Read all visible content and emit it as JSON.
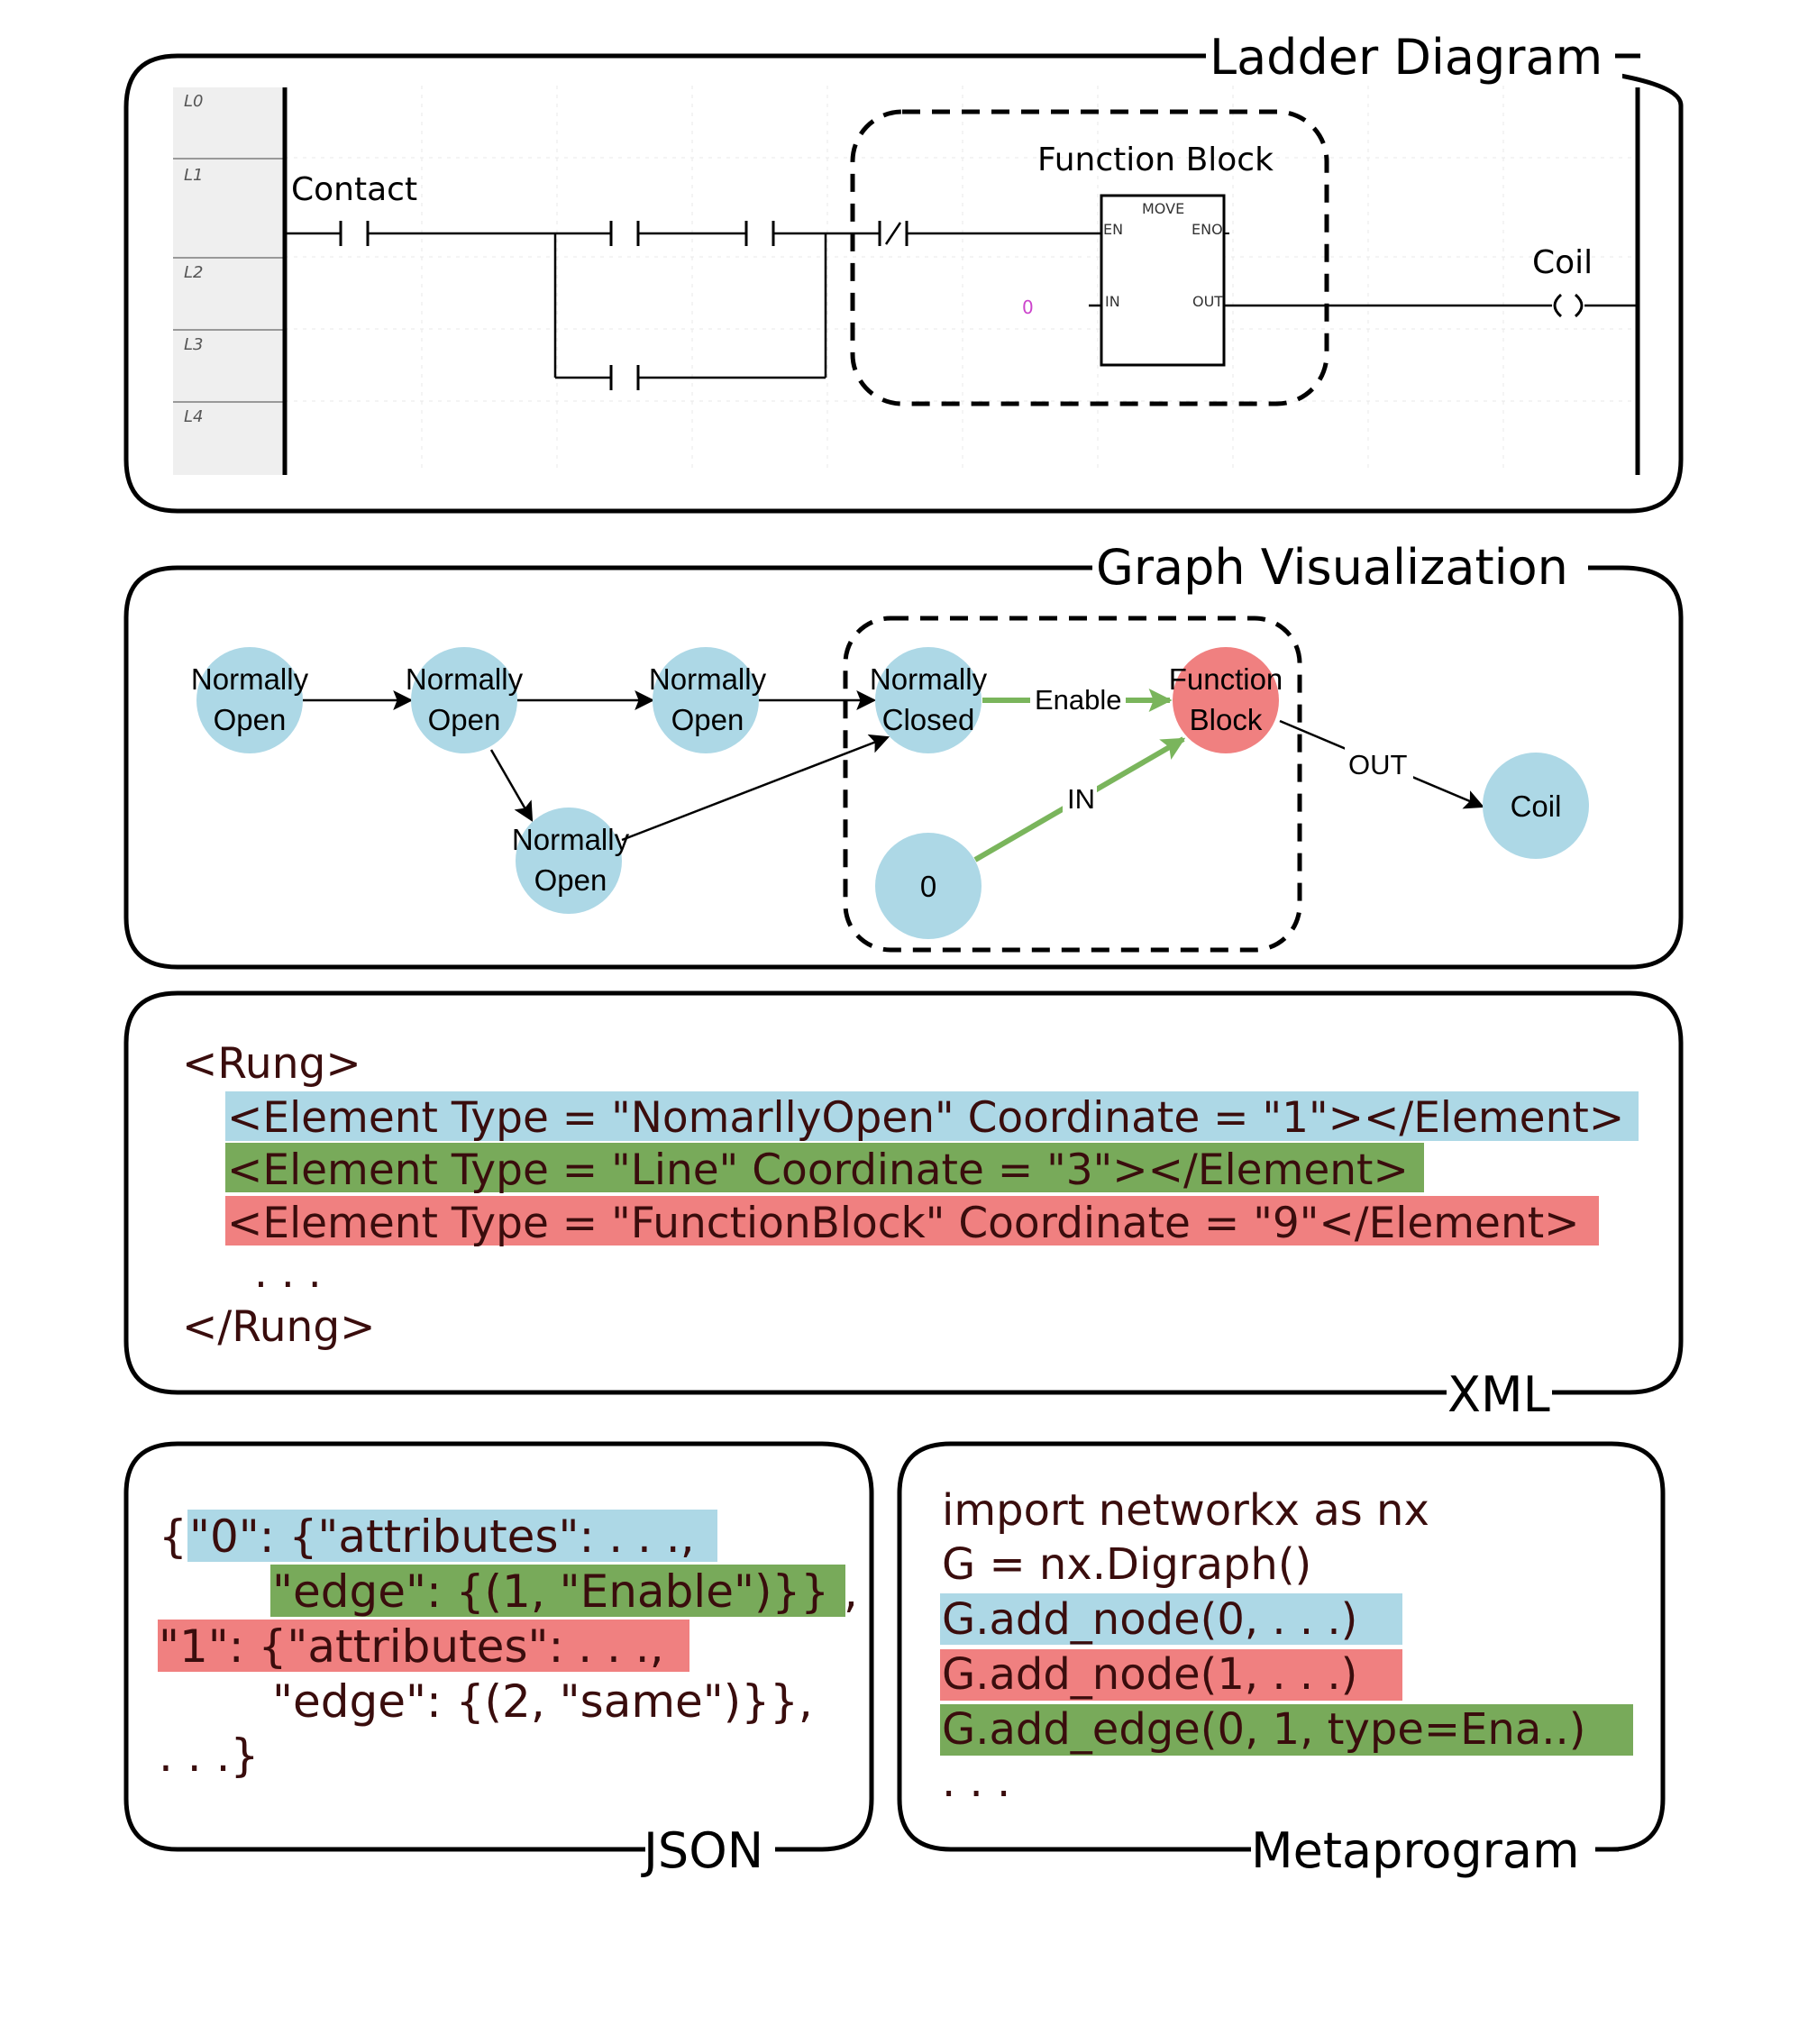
{
  "colors": {
    "blue_highlight": "#add8e6",
    "green_highlight": "#78aa5a",
    "red_highlight": "#f08080",
    "node_blue": "#add8e6",
    "node_red": "#f08080",
    "edge_green": "#7ab55c",
    "code_text": "#3a0d0d",
    "border": "#000000"
  },
  "ladder": {
    "title": "Ladder Diagram",
    "line_labels": [
      "L0",
      "L1",
      "L2",
      "L3",
      "L4"
    ],
    "contact_label": "Contact",
    "function_block_label": "Function Block",
    "fb_name": "MOVE",
    "fb_en": "EN",
    "fb_eno": "ENO",
    "fb_in": "IN",
    "fb_out": "OUT",
    "constant": "0",
    "coil_label": "Coil"
  },
  "graph": {
    "title": "Graph Visualization",
    "nodes": {
      "no1": [
        "Normally",
        "Open"
      ],
      "no2": [
        "Normally",
        "Open"
      ],
      "no3": [
        "Normally",
        "Open"
      ],
      "no4": [
        "Normally",
        "Open"
      ],
      "nc": [
        "Normally",
        "Closed"
      ],
      "fb": [
        "Function",
        "Block"
      ],
      "zero": "0",
      "coil": "Coil"
    },
    "edge_labels": {
      "enable": "Enable",
      "in": "IN",
      "out": "OUT"
    }
  },
  "xml": {
    "label": "XML",
    "lines": [
      "<Rung>",
      "<Element Type = \"NomarllyOpen\" Coordinate = \"1\"></Element>",
      "<Element Type = \"Line\" Coordinate = \"3\"></Element>",
      "<Element Type = \"FunctionBlock\" Coordinate = \"9\"</Element>",
      ". . .",
      "</Rung>"
    ]
  },
  "json": {
    "label": "JSON",
    "line1_brace": "{",
    "line1_hl": "\"0\": {\"attributes\": . . .,",
    "line2_hl": "\"edge\": {(1, \"Enable\")}}",
    "line2_tail": ",",
    "line3_hl": "\"1\": {\"attributes\": . . .,",
    "line4": "\"edge\": {(2, \"same\")}},",
    "line5": ". . .}"
  },
  "metaprogram": {
    "label": "Metaprogram",
    "lines": [
      "import networkx as nx",
      "G = nx.Digraph()",
      "G.add_node(0, . . .)",
      "G.add_node(1, . . .)",
      "G.add_edge(0, 1, type=Ena..)",
      ". . ."
    ]
  }
}
